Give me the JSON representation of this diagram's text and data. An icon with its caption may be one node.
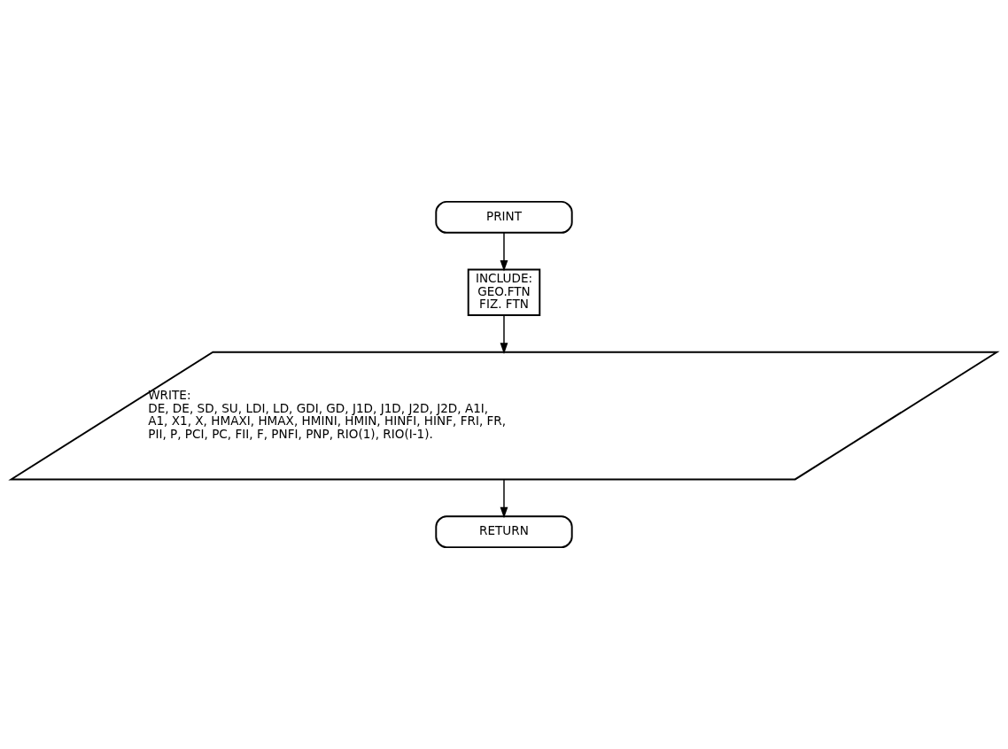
{
  "diagram": {
    "nodes": [
      {
        "text": [
          "PRINT"
        ]
      },
      {
        "text": [
          "INCLUDE:",
          "GEO.FTN",
          "FIZ. FTN"
        ]
      },
      {
        "text": [
          "WRITE:",
          "DE, DE, SD, SU, LDI, LD, GDI, GD, J1D, J1D, J2D, J2D, A1I, A1, X1, X, HMAXI, HMAX, HMINI, HMIN, HINFI, HINF, FRI, FR, PII, P, PCI, PC, FII, F, PNFI, PNP, RIO(1), RIO(I-1)."
        ]
      },
      {
        "text": [
          "RETURN"
        ]
      }
    ],
    "edges": [
      {
        "from": 0,
        "to": 1,
        "arrow": "to"
      },
      {
        "from": 1,
        "to": 2,
        "arrow": "to"
      },
      {
        "from": 2,
        "to": 3,
        "arrow": "to"
      }
    ]
  }
}
